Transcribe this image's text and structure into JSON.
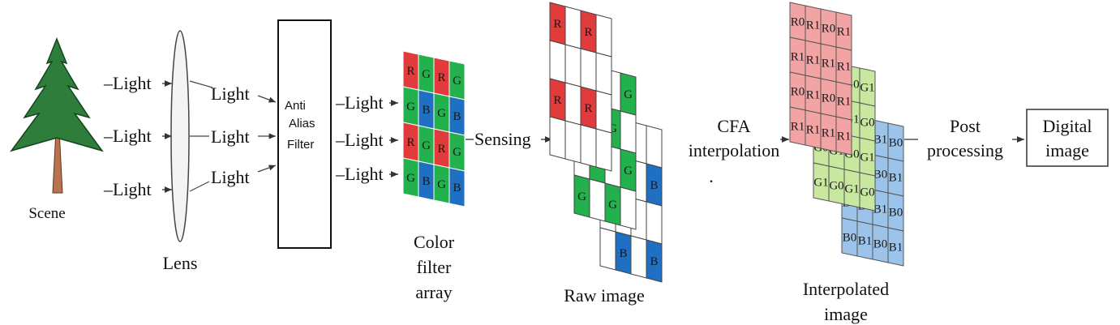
{
  "labels": {
    "scene": "Scene",
    "lens": "Lens",
    "light_in": "–Light",
    "light_mid": "Light",
    "filter_line1": "Anti",
    "filter_line2": "Alias",
    "filter_line3": "Filter",
    "light_out": "–Light",
    "cfa_line1": "Color",
    "cfa_line2": "filter",
    "cfa_line3": "array",
    "sensing": "Sensing",
    "raw_image": "Raw image",
    "cfa_interp_line1": "CFA",
    "cfa_interp_line2": "interpolation",
    "cfa_interp_line3": ".",
    "interp_line1": "Interpolated",
    "interp_line2": "image",
    "post_line1": "Post",
    "post_line2": "processing",
    "digital_line1": "Digital",
    "digital_line2": "image"
  },
  "cfa_grid": [
    [
      "R",
      "G",
      "R",
      "G"
    ],
    [
      "G",
      "B",
      "G",
      "B"
    ],
    [
      "R",
      "G",
      "R",
      "G"
    ],
    [
      "G",
      "B",
      "G",
      "B"
    ]
  ],
  "raw_layers": {
    "red": "R",
    "green": "G",
    "blue": "B"
  },
  "interp_layers": {
    "red": [
      [
        "R0",
        "R1",
        "R0",
        "R1"
      ],
      [
        "R1",
        "R1",
        "R1",
        "R1"
      ],
      [
        "R0",
        "R1",
        "R0",
        "R1"
      ],
      [
        "R1",
        "R1",
        "R1",
        "R1"
      ]
    ],
    "green": [
      "G0",
      "G1",
      "G0",
      "G1"
    ],
    "blue": [
      "B1",
      "B0",
      "B1",
      "B0"
    ]
  },
  "colors": {
    "red": "#e23b3b",
    "green": "#22b14c",
    "blue": "#1f6fc2",
    "light_red": "#f2a3a3",
    "light_green": "#c8e8a0",
    "light_blue": "#9cc3ea",
    "tree_green": "#2e7d3a",
    "trunk": "#b9734f"
  }
}
